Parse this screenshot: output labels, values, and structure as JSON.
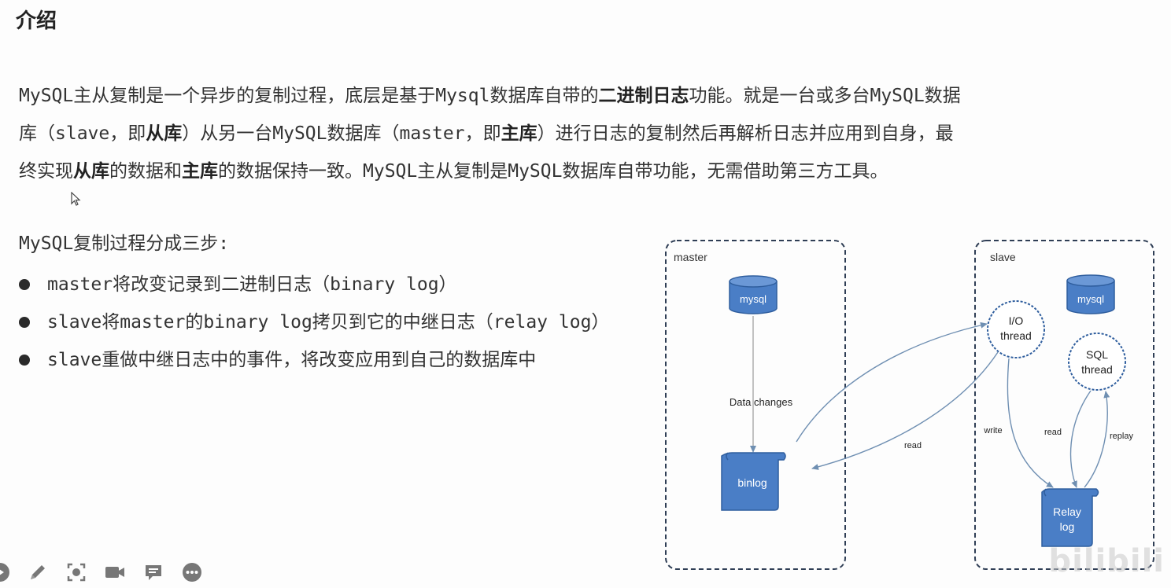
{
  "slide": {
    "title": "介绍",
    "intro": {
      "p1": "MySQL主从复制是一个异步的复制过程，底层是基于Mysql数据库自带的",
      "b1": "二进制日志",
      "p2": "功能。就是一台或多台MySQL数据",
      "p3": "库（slave，即",
      "b2": "从库",
      "p4": "）从另一台MySQL数据库（master，即",
      "b3": "主库",
      "p5": "）进行日志的复制然后再解析日志并应用到自身，最",
      "p6": "终实现",
      "b4": "从库",
      "p7": "的数据和",
      "b5": "主库",
      "p8": "的数据保持一致。MySQL主从复制是MySQL数据库自带功能，无需借助第三方工具。"
    },
    "steps_title": "MySQL复制过程分成三步:",
    "steps": [
      "master将改变记录到二进制日志（binary log）",
      "slave将master的binary log拷贝到它的中继日志（relay log）",
      "slave重做中继日志中的事件，将改变应用到自己的数据库中"
    ]
  },
  "diagram": {
    "master_label": "master",
    "slave_label": "slave",
    "master_db": "mysql",
    "slave_db": "mysql",
    "data_changes": "Data changes",
    "binlog": "binlog",
    "io_thread_1": "I/O",
    "io_thread_2": "thread",
    "sql_thread_1": "SQL",
    "sql_thread_2": "thread",
    "read_master": "read",
    "write": "write",
    "read_relay": "read",
    "replay": "replay",
    "relay_1": "Relay",
    "relay_2": "log",
    "colors": {
      "shape_fill": "#4a7ec6",
      "shape_stroke": "#2f5e9e",
      "arrow": "#6f8fb2",
      "box_border": "#2f3e55"
    }
  },
  "toolbar": {
    "icons": [
      "play-icon",
      "pen-icon",
      "screenshot-icon",
      "video-camera-icon",
      "comment-icon",
      "more-icon"
    ]
  },
  "watermark": "bilibili"
}
